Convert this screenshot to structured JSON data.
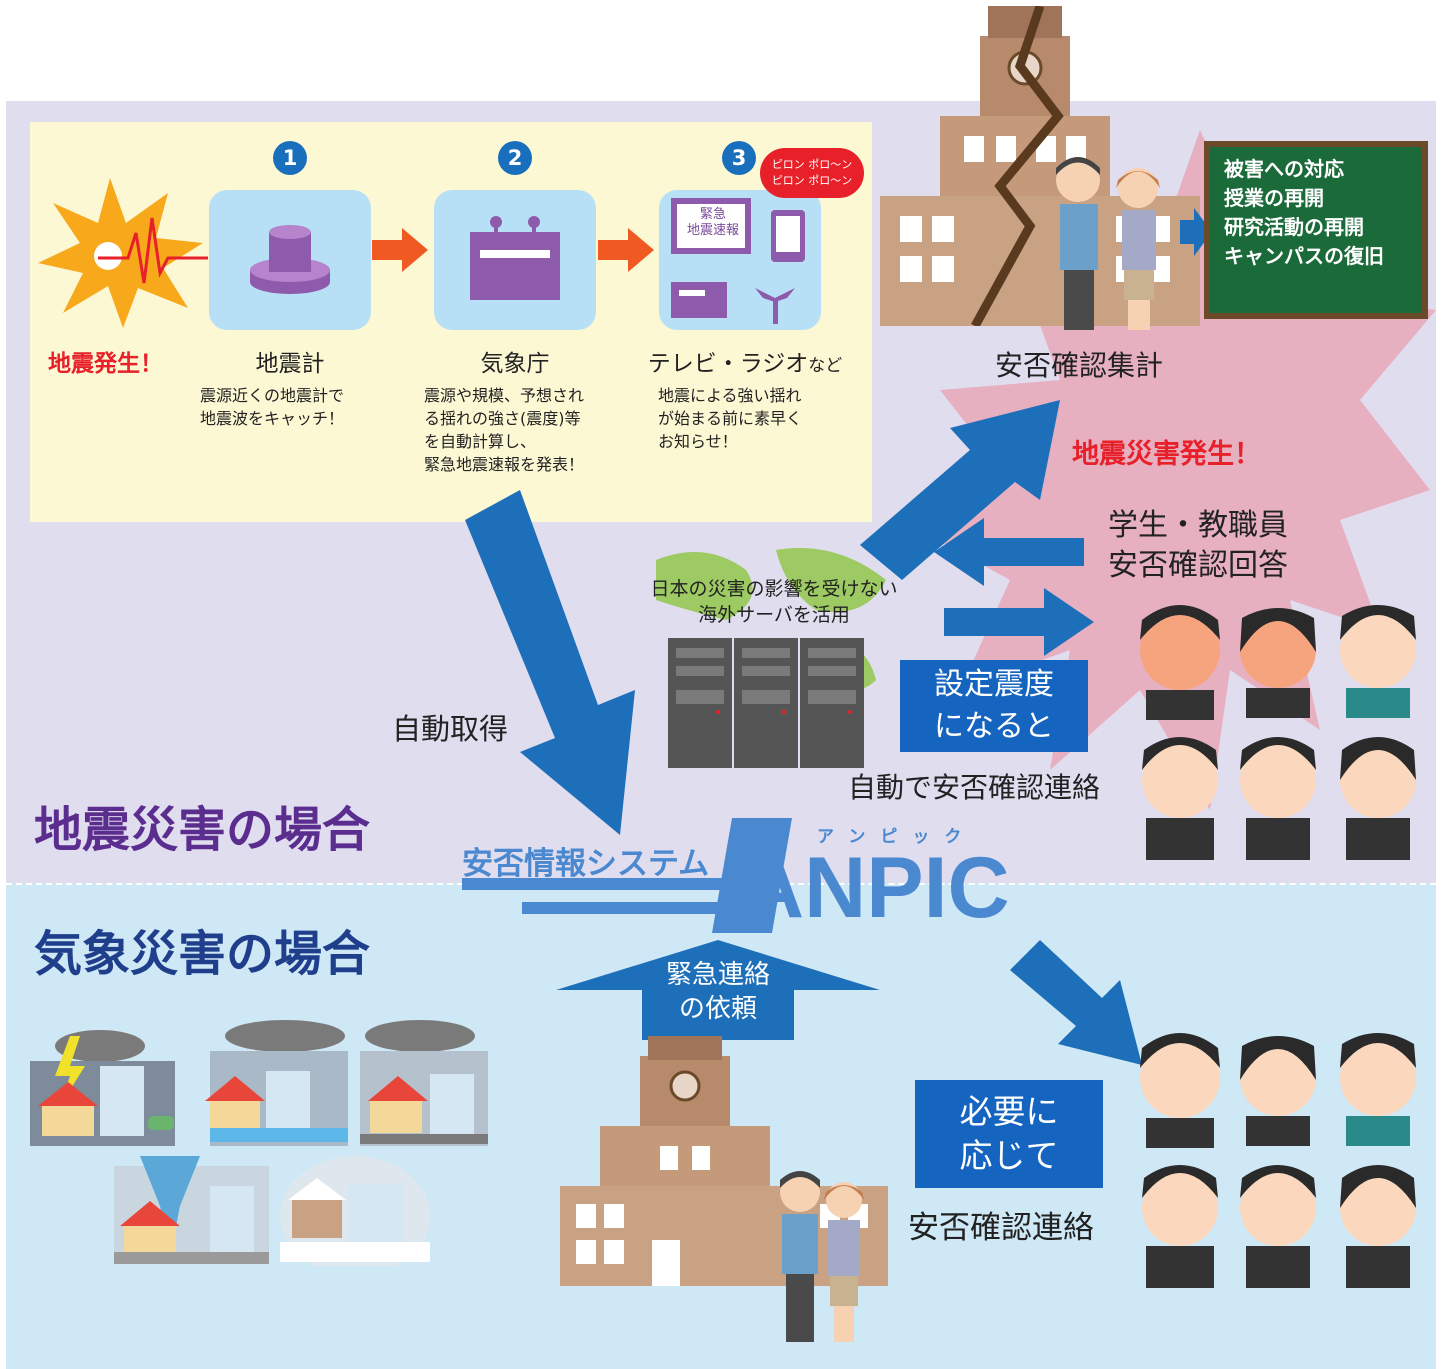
{
  "steps": [
    {
      "num": "1",
      "title": "地震計",
      "desc": [
        "震源近くの地震計で",
        "地震波をキャッチ！"
      ]
    },
    {
      "num": "2",
      "title": "気象庁",
      "desc": [
        "震源や規模、予想され",
        "る揺れの強さ(震度)等",
        "を自動計算し、",
        "緊急地震速報を発表！"
      ]
    },
    {
      "num": "3",
      "title": "テレビ・ラジオ",
      "title_suffix": "など",
      "desc": [
        "地震による強い揺れ",
        "が始まる前に素早く",
        "お知らせ！"
      ]
    }
  ],
  "quake_occurred": "地震発生！",
  "tv_screen": [
    "緊急",
    "地震速報"
  ],
  "speech_bubble": [
    "ピロン ポロ〜ン",
    "ピロン ポロ〜ン"
  ],
  "board_items": [
    "被害への対応",
    "授業の再開",
    "研究活動の再開",
    "キャンパスの復旧"
  ],
  "aggregate_label": "安否確認集計",
  "disaster_occurred": "地震災害発生！",
  "reply_label": [
    "学生・教職員",
    "安否確認回答"
  ],
  "overseas_label": [
    "日本の災害の影響を受けない",
    "海外サーバを活用"
  ],
  "setting_label": [
    "設定震度",
    "になると"
  ],
  "auto_contact": "自動で安否確認連絡",
  "auto_get": "自動取得",
  "quake_case": "地震災害の場合",
  "weather_case": "気象災害の場合",
  "logo": {
    "prefix": "安否情報システム",
    "name": "ANPIC",
    "kana": "アンピック"
  },
  "request_label": [
    "緊急連絡",
    "の依頼"
  ],
  "as_needed": [
    "必要に",
    "応じて"
  ],
  "contact": "安否確認連絡",
  "colors": {
    "arrow": "#1e6fb9",
    "label": "#1565c0",
    "quake_title": "#5b2d8e",
    "weather_title": "#1f3f8c",
    "alert": "#e8202a",
    "burst": "#e7a8b8"
  }
}
